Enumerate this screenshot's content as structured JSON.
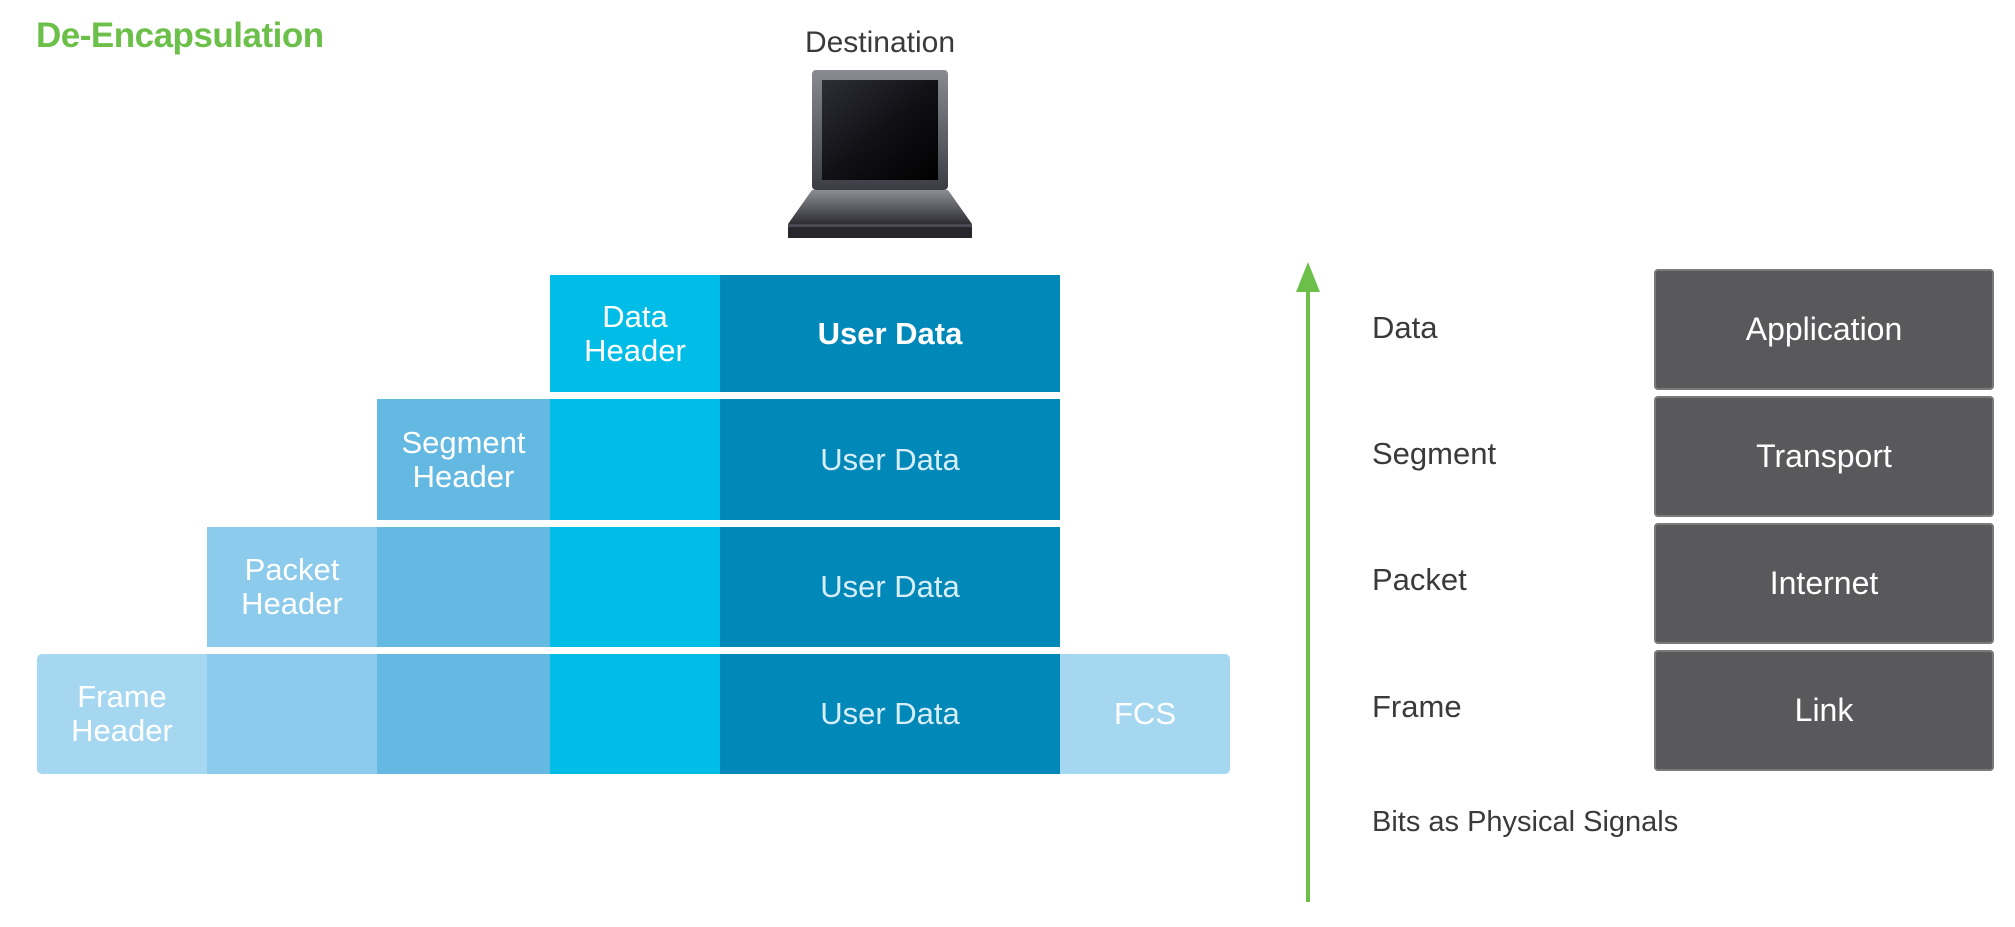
{
  "title": "De-Encapsulation",
  "destination": {
    "label": "Destination",
    "icon": "laptop-icon"
  },
  "blocks": {
    "data_header": "Data Header",
    "segment_header": "Segment Header",
    "packet_header": "Packet Header",
    "frame_header": "Frame Header",
    "user_data_rows": [
      "User Data",
      "User Data",
      "User Data",
      "User Data"
    ],
    "fcs": "FCS"
  },
  "pdu_labels": [
    "Data",
    "Segment",
    "Packet",
    "Frame"
  ],
  "layers": [
    "Application",
    "Transport",
    "Internet",
    "Link"
  ],
  "bits_label": "Bits as Physical Signals",
  "colors": {
    "title_green": "#6cc04a",
    "arrow_green": "#6cc04a",
    "layer_gray": "#59595b",
    "user_data_blue": "#0088b8",
    "header_cyan": "#00bde8"
  }
}
